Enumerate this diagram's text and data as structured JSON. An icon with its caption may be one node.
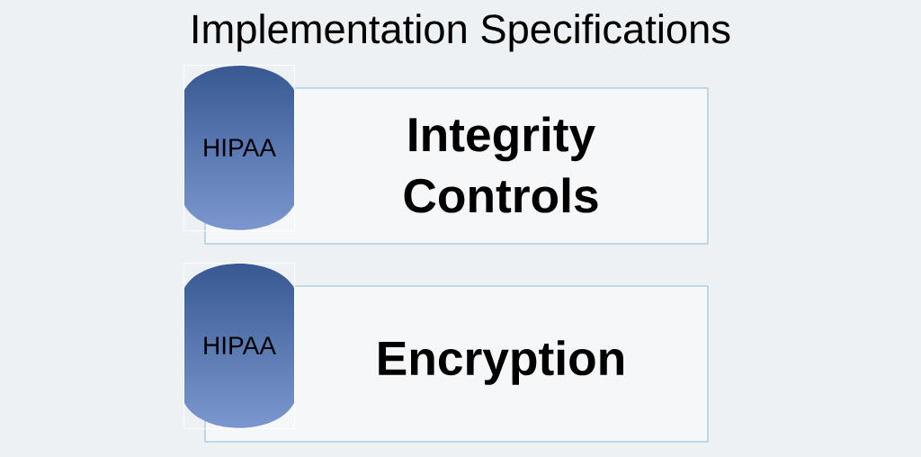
{
  "diagram": {
    "title": "Implementation Specifications",
    "nodes": [
      {
        "text": [
          "HIPAA"
        ]
      },
      {
        "text": [
          "Integrity Controls"
        ]
      },
      {
        "text": [
          "HIPAA"
        ]
      },
      {
        "text": [
          "Encryption"
        ]
      }
    ]
  }
}
